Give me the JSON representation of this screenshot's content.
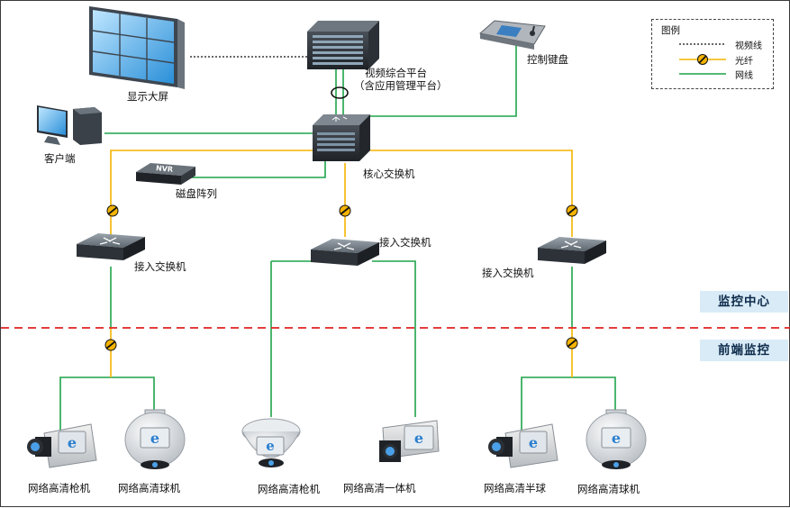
{
  "legend": {
    "title": "图例",
    "items": [
      {
        "label": "视频线",
        "kind": "video",
        "color": "#000000"
      },
      {
        "label": "光纤",
        "kind": "fiber",
        "color": "#f5b400"
      },
      {
        "label": "网线",
        "kind": "network",
        "color": "#1fa34a"
      }
    ]
  },
  "zones": {
    "upper": "监控中心",
    "lower": "前端监控"
  },
  "divider_color": "#e02020",
  "devices": {
    "display_wall": "显示大屏",
    "video_platform_line1": "视频综合平台",
    "video_platform_line2": "（含应用管理平台）",
    "control_keyboard": "控制键盘",
    "client": "客户端",
    "core_switch": "核心交换机",
    "nvr_badge": "NVR",
    "disk_array": "磁盘阵列",
    "access_switch_left": "接入交换机",
    "access_switch_center": "接入交换机",
    "access_switch_right": "接入交换机"
  },
  "cameras": [
    "网络高清枪机",
    "网络高清球机",
    "网络高清枪机",
    "网络高清一体机",
    "网络高清半球",
    "网络高清球机"
  ]
}
